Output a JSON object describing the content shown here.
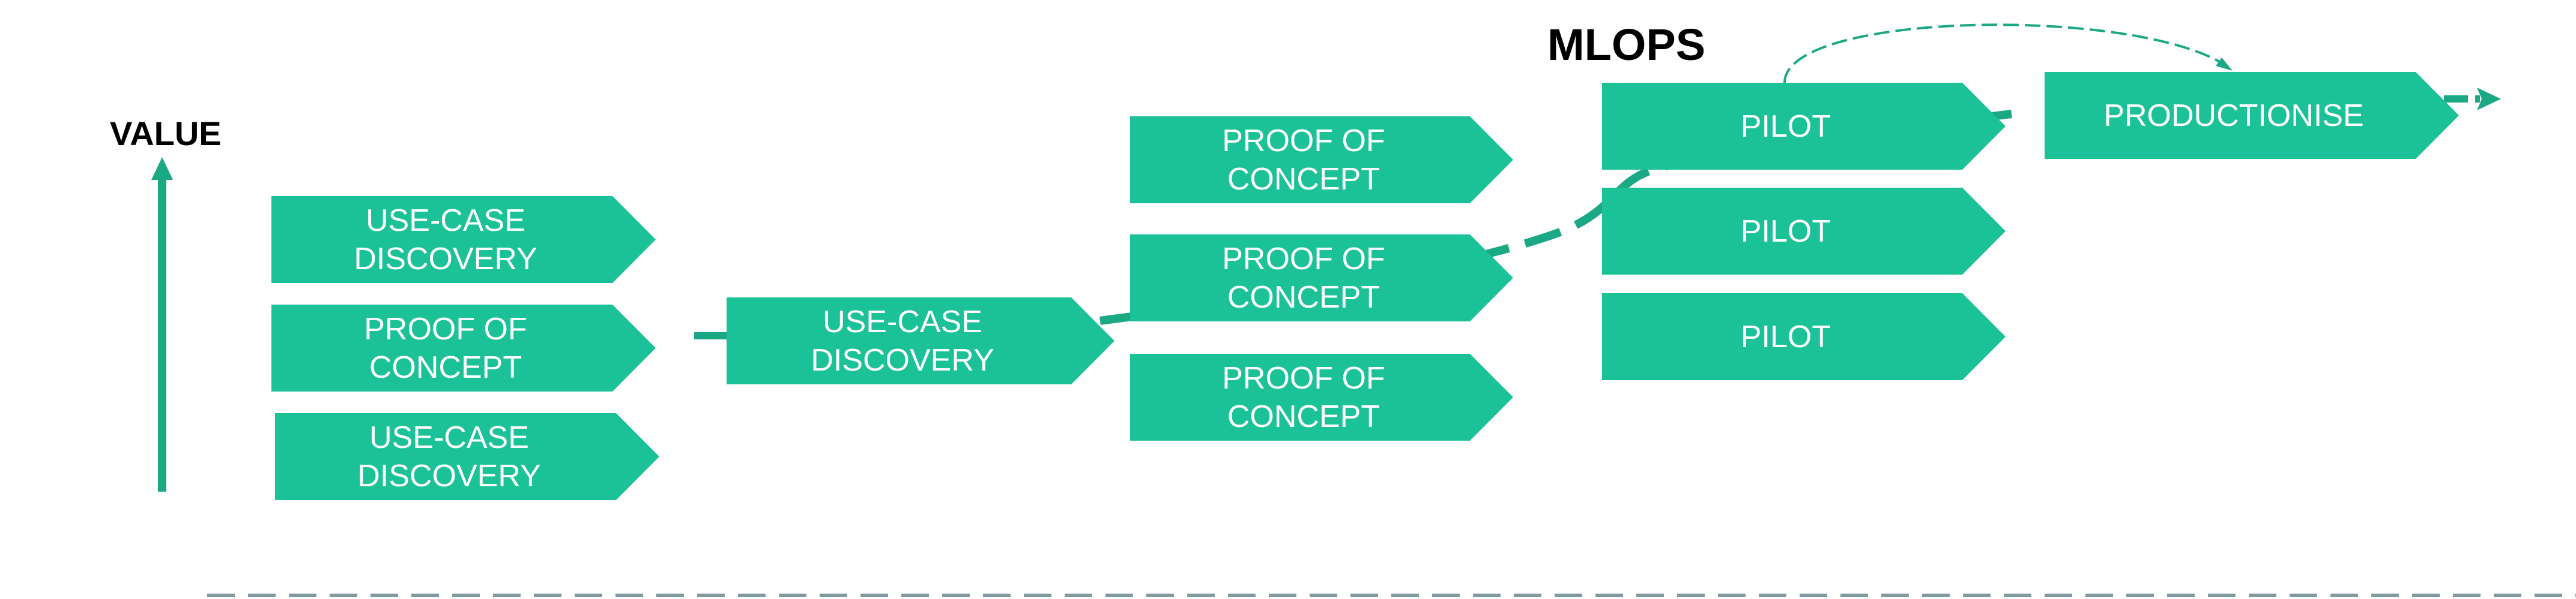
{
  "labels": {
    "value": "VALUE",
    "mlops": "MLOPS"
  },
  "colors": {
    "stage_fill": "#1BC298",
    "arrow": "#1BA884",
    "baseline": "#7F9AA0",
    "text": "#FFFFFF"
  },
  "columns": {
    "column1": [
      "USE-CASE\nDISCOVERY",
      "PROOF OF\nCONCEPT",
      "USE-CASE\nDISCOVERY"
    ],
    "column2": [
      "USE-CASE\nDISCOVERY"
    ],
    "column3": [
      "PROOF OF\nCONCEPT",
      "PROOF OF\nCONCEPT",
      "PROOF OF\nCONCEPT"
    ],
    "column4": [
      "PILOT",
      "PILOT",
      "PILOT"
    ],
    "column5": [
      "PRODUCTIONISE"
    ]
  }
}
